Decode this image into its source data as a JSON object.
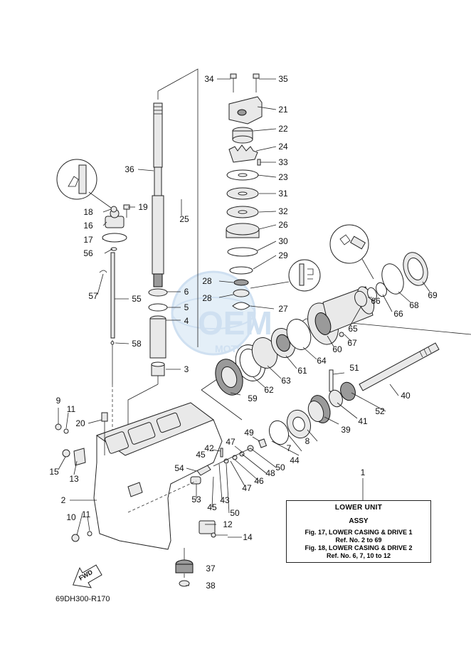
{
  "diagram": {
    "part_numbers": [
      "1",
      "2",
      "3",
      "4",
      "5",
      "6",
      "7",
      "8",
      "9",
      "10",
      "11",
      "12",
      "13",
      "14",
      "15",
      "16",
      "17",
      "18",
      "19",
      "20",
      "21",
      "22",
      "23",
      "24",
      "25",
      "26",
      "27",
      "28",
      "29",
      "30",
      "31",
      "32",
      "33",
      "34",
      "35",
      "36",
      "37",
      "38",
      "39",
      "40",
      "41",
      "42",
      "43",
      "44",
      "45",
      "46",
      "47",
      "48",
      "49",
      "50",
      "51",
      "52",
      "53",
      "54",
      "55",
      "56",
      "57",
      "58",
      "59",
      "60",
      "61",
      "62",
      "63",
      "64",
      "65",
      "66",
      "67",
      "68",
      "69"
    ],
    "note": {
      "title": "LOWER UNIT",
      "subtitle": "ASSY",
      "ref1_title": "Fig. 17, LOWER CASING & DRIVE 1",
      "ref1_detail": "Ref. No. 2 to 69",
      "ref2_title": "Fig. 18, LOWER CASING & DRIVE 2",
      "ref2_detail": "Ref. No. 6, 7, 10 to 12"
    },
    "drawing_code": "69DH300-R170",
    "fwd_label": "FWD",
    "watermark": {
      "brand": "OEM",
      "sub": "MOTORPARTS"
    },
    "colors": {
      "line": "#222222",
      "watermark": "#a9c8e6",
      "background": "#ffffff"
    }
  }
}
